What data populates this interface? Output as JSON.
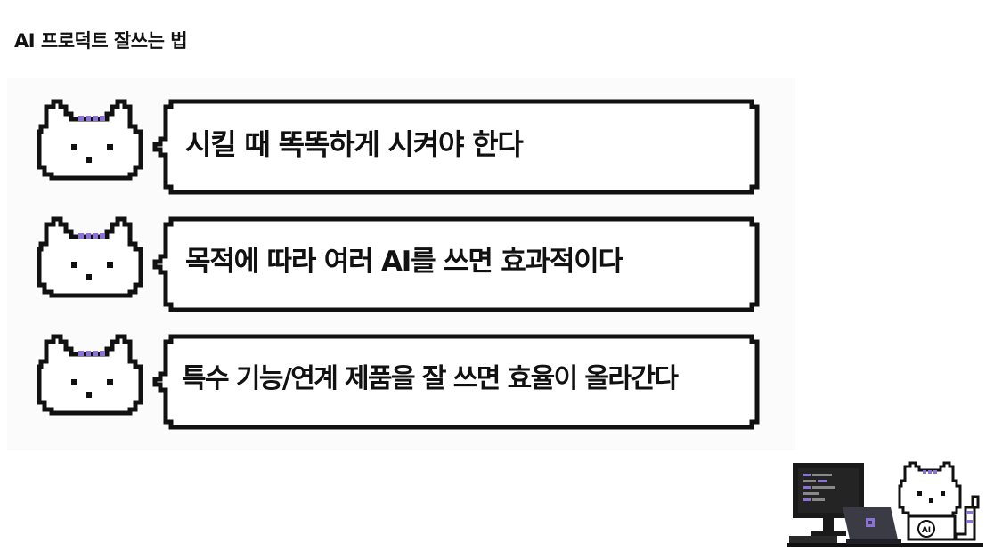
{
  "page": {
    "title": "AI 프로덕트 잘쓰는 법"
  },
  "tips": [
    {
      "text": "시킬 때 똑똑하게 시켜야 한다"
    },
    {
      "text": "목적에 따라 여러 AI를 쓰면 효과적이다"
    },
    {
      "text": "특수 기능/연계 제품을 잘 쓰면 효율이 올라간다"
    }
  ],
  "mascot": {
    "laptop_badge": "AI",
    "icons": [
      "pixel-cat-icon",
      "monitor-icon",
      "laptop-icon"
    ]
  },
  "colors": {
    "outline": "#111111",
    "accent": "#8b73d6",
    "background": "#ffffff",
    "panel": "#fbfbfb"
  }
}
